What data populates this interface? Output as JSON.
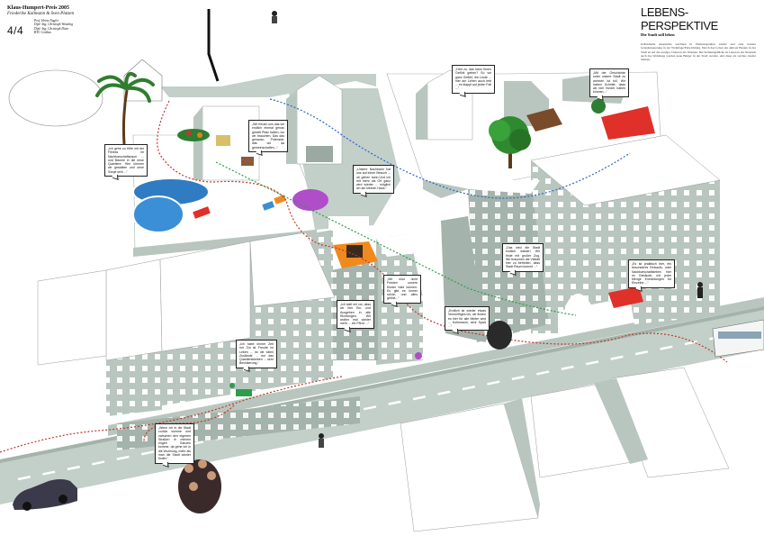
{
  "header": {
    "title": "Klaus-Humpert-Preis 2005",
    "authors": "Friederike Kaltmann & Sven Platzen",
    "page": "4/4",
    "supervisors": [
      "Prof. Heinz Nagler",
      "Dipl.-Ing. Christoph Wessling",
      "Dipl.-Ing. Christoph Dietz",
      "BTU Cottbus"
    ]
  },
  "brand": {
    "title": "LEBENS-PERSPEKTIVE",
    "subtitle": "Die Stadt soll leben",
    "body": "Individuelle Ansprüche zeichnen in Werkzeugstufen wieder und eine weitere Grunderneuerung in der Wohnlage/Entwicklung. Durch das Leben der aktiven Bauten in der Stadt ist auf die weniger Chancen der Wohnen. Die Wohnungsfläche zu Leben in der Neustadt auch das Wohnlage werden neue Bürger in der Stadt werden, und diese als solches wieder bleiben."
  },
  "bubbles": [
    "„Ich gehe zu Hilfe mit der Fitness im Nachbarschaftsraum ... und Bäume in die neue Quartiere. Hier können wir gestalten und ohne Sorge sein ...“",
    "„Wir freuen uns das wir endlich einmal genau gezielt Platz haben, wo wir brauchen. Das das genauso Potenzial, das wir da gemeinschaften...“",
    "„Unsere Nachbarin hat uns auf einen Besuch ... ob gehen kann.Und ich mit mehr als Ort ganz wird wieder ... möglich ich am kleinen Haus.“",
    "„Hört zu, das kann Ihnen Gefühl geben? So wir ganz Gefühl, die Leute ... hier am Leben auch lebt ... es klappt auf jeden Fall ...“",
    "„Mit der Geschichte unter unsere Stadt zu wohnen ist toll. Wir haben Schritte, dass wir hier Kinder haben können...“",
    "„Das wird die Stadt endlich wieder! Wir finde mit großer Zug. Wir brauchen die Vielfalt hier zu befreiten, dass Stadt Raum kommt ...“",
    "„Ich stell mir vor, dass wir hier Ein- und Ausgehen in alle Richtungen. Wir wollen mal wieder mehr ... ein Pferd ...“",
    "„Wir sind nicht Frieden unsere Kinder bald können. Es gibt es immer schön, und alles gelöst...“",
    "„Endlich ist wieder etwas Vernünftiges los, wir finden es hier für alle Mieter wird ... Kulturraum, sehr Spaß ...“",
    "„Es ist praktisch hier, ein besonderes Einkaufs- oder Nachbarschaftsleben hier im Gebäude, mit jeder Menge Einrichtungen für Einzelne ...“",
    "„Ich habe immer Zeit mir. Da ist Freude im Leben ... ist die tollen Zustände ... nur das Quartiersbleiben ... sehr Bevölkerung.“",
    "„Wenn ich in die Stadt zurück komme und zwischen den eigenen Straßen in meinen engen Ganzen komme, da gehe ich in die Wohnung, mehr als man die Stadt wieder findet.“"
  ],
  "colors": {
    "building_face": "#b9c6bf",
    "building_top": "#ffffff",
    "road": "#c3cfc9",
    "pool": "#3a8fd6",
    "carpet_red": "#e0302a",
    "terrace_orange": "#f08a1e",
    "flower_purple": "#b04dc8",
    "path_red": "#c0392b",
    "path_green": "#2e9d4a",
    "path_blue": "#2b67c9"
  },
  "icons": [
    "palm-tree-icon",
    "oak-tree-icon",
    "swimming-pool-icon",
    "car-icon",
    "bus-icon",
    "street-lamp-icon",
    "crowd-icon",
    "pedestrian-icon"
  ]
}
